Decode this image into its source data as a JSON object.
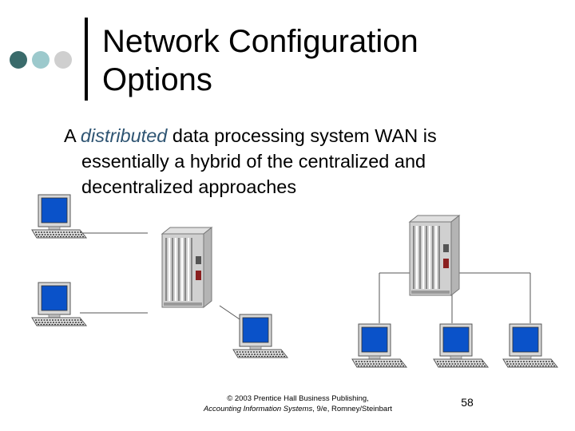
{
  "slide": {
    "title_line1": "Network Configuration",
    "title_line2": "Options",
    "body": {
      "prefix": "A ",
      "emphasis": "distributed",
      "rest_line1": " data processing system WAN is",
      "line2": "essentially a hybrid of the centralized and",
      "line3": "decentralized approaches"
    },
    "footer": {
      "copyright": "© 2003 Prentice Hall Business Publishing,",
      "source_title": "Accounting Information Systems",
      "source_rest": ", 9/e, Romney/Steinbart"
    },
    "page_number": "58",
    "colors": {
      "dot1": "#3a6b6b",
      "dot2": "#9cc9cc",
      "dot3": "#cfcfcf",
      "emphasis": "#2f5573",
      "screen": "#0a52c9"
    },
    "icons": [
      "workstation-icon",
      "server-rack-icon",
      "network-link"
    ]
  }
}
